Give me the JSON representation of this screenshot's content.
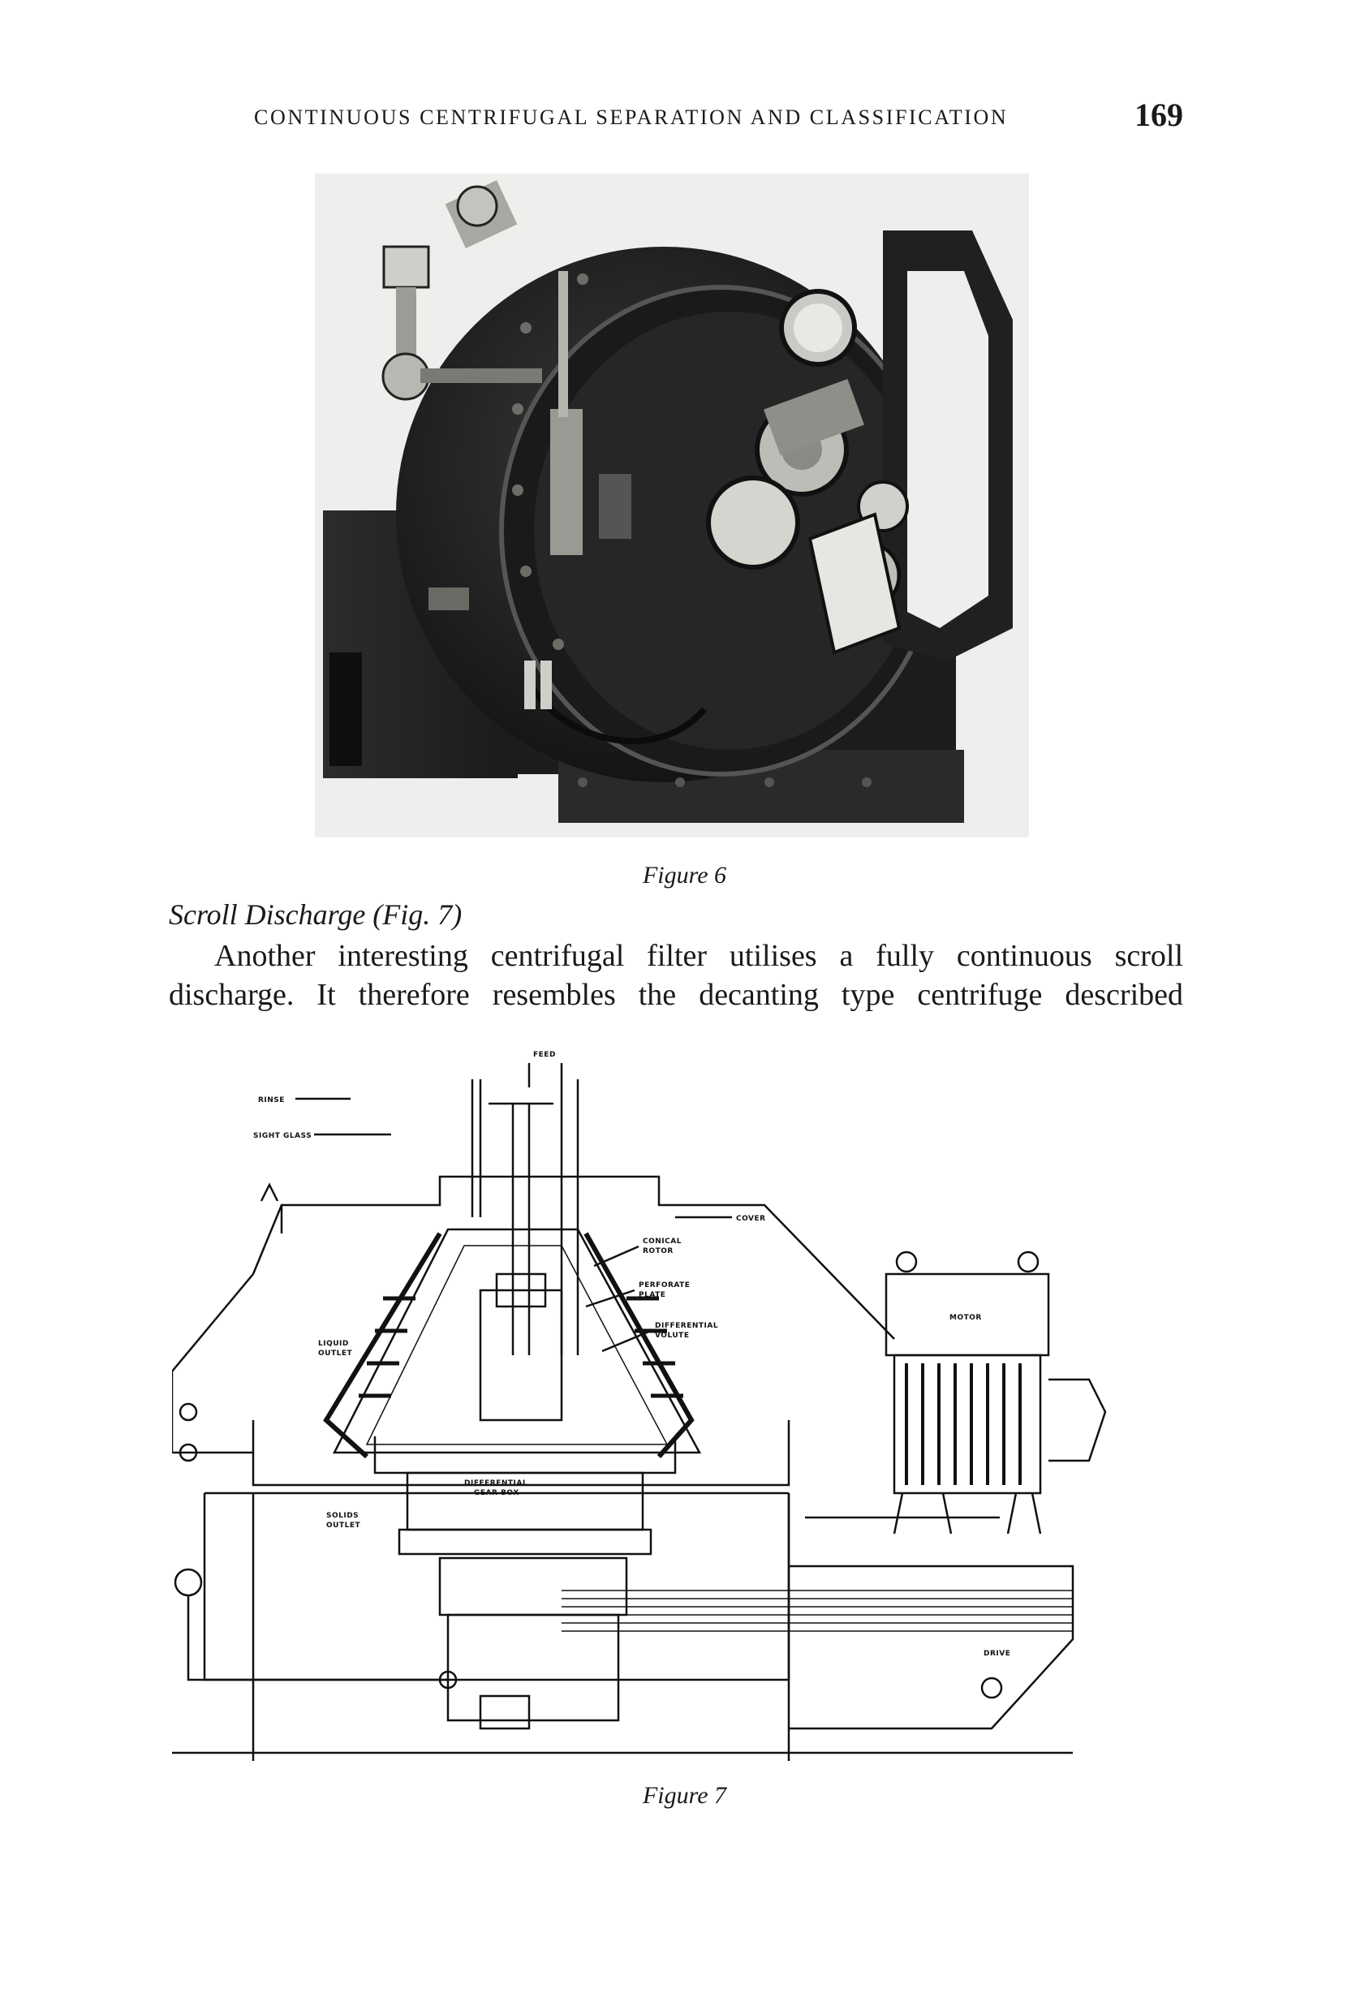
{
  "header": {
    "running_head": "CONTINUOUS CENTRIFUGAL SEPARATION AND CLASSIFICATION",
    "page_number": "169"
  },
  "figure6": {
    "caption": "Figure 6"
  },
  "section": {
    "heading_text": "Scroll Discharge",
    "heading_ref": "(Fig. 7)"
  },
  "paragraph": {
    "line1": "Another interesting centrifugal filter utilises a fully continuous scroll",
    "line2": "discharge. It therefore resembles the decanting type centrifuge described"
  },
  "figure7": {
    "caption": "Figure 7",
    "labels": {
      "feed": "FEED",
      "rinse": "RINSE",
      "sight_glass": "SIGHT GLASS",
      "cover": "COVER",
      "conical_rotor_1": "CONICAL",
      "conical_rotor_2": "ROTOR",
      "perforate_plate_1": "PERFORATE",
      "perforate_plate_2": "PLATE",
      "differential_volute_1": "DIFFERENTIAL",
      "differential_volute_2": "VOLUTE",
      "liquid_outlet_1": "LIQUID",
      "liquid_outlet_2": "OUTLET",
      "diff_gear_box_1": "DIFFERENTIAL",
      "diff_gear_box_2": "GEAR BOX",
      "solids_outlet_1": "SOLIDS",
      "solids_outlet_2": "OUTLET",
      "motor": "MOTOR",
      "drive": "DRIVE"
    }
  }
}
